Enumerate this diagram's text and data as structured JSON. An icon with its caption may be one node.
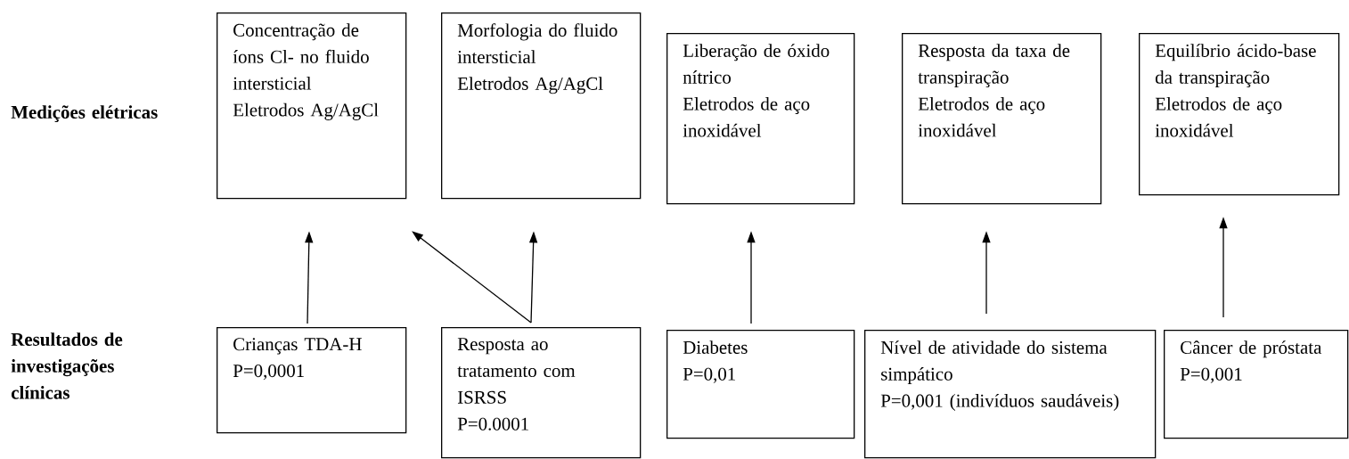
{
  "diagram": {
    "nodes": [
      {
        "text": [
          "Concentração de íons Cl- no fluido intersticial",
          "Eletrodos Ag/AgCl"
        ]
      },
      {
        "text": [
          "Morfologia do fluido intersticial",
          "Eletrodos Ag/AgCl"
        ]
      },
      {
        "text": [
          "Liberação de óxido nítrico",
          "Eletrodos de aço inoxidável"
        ]
      },
      {
        "text": [
          "Resposta da taxa de transpiração",
          "Eletrodos de aço inoxidável"
        ]
      },
      {
        "text": [
          "Equilíbrio ácido-base da transpiração",
          "Eletrodos de aço inoxidável"
        ]
      },
      {
        "text": [
          "Crianças TDA-H",
          "P=0,0001"
        ]
      },
      {
        "text": [
          "Resposta ao tratamento com ISRSS",
          "P=0.0001"
        ]
      },
      {
        "text": [
          "Diabetes",
          "P=0,01"
        ]
      },
      {
        "text": [
          "Nível de atividade do sistema simpático",
          "P=0,001 (indivíduos saudáveis)"
        ]
      },
      {
        "text": [
          "Câncer de próstata",
          "P=0,001"
        ]
      }
    ],
    "edges": [
      {
        "from": 5,
        "to": 0,
        "arrow": "to"
      },
      {
        "from": 6,
        "to": 0,
        "arrow": "to"
      },
      {
        "from": 6,
        "to": 1,
        "arrow": "to"
      },
      {
        "from": 7,
        "to": 2,
        "arrow": "to"
      },
      {
        "from": 8,
        "to": 3,
        "arrow": "to"
      },
      {
        "from": 9,
        "to": 4,
        "arrow": "to"
      }
    ],
    "labels": [
      "Medições elétricas",
      "Resultados de investigações clínicas"
    ]
  }
}
